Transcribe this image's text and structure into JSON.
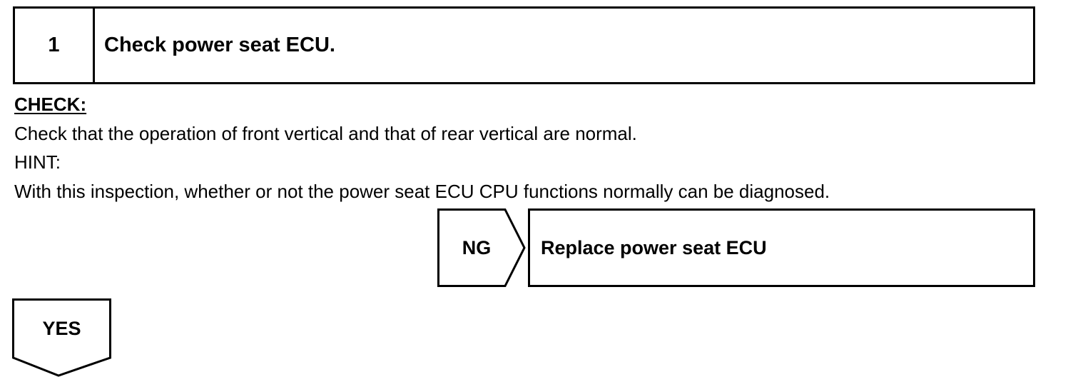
{
  "step": {
    "number": "1",
    "title": "Check power seat ECU."
  },
  "check": {
    "label": "CHECK:",
    "instruction": "Check that the operation of front vertical and that of rear vertical are normal.",
    "hint_label": "HINT:",
    "hint_text": "With this inspection, whether or not the power seat ECU CPU functions normally can be diagnosed."
  },
  "ng_branch": {
    "label": "NG",
    "action": "Replace power seat ECU"
  },
  "yes_branch": {
    "label": "YES"
  }
}
